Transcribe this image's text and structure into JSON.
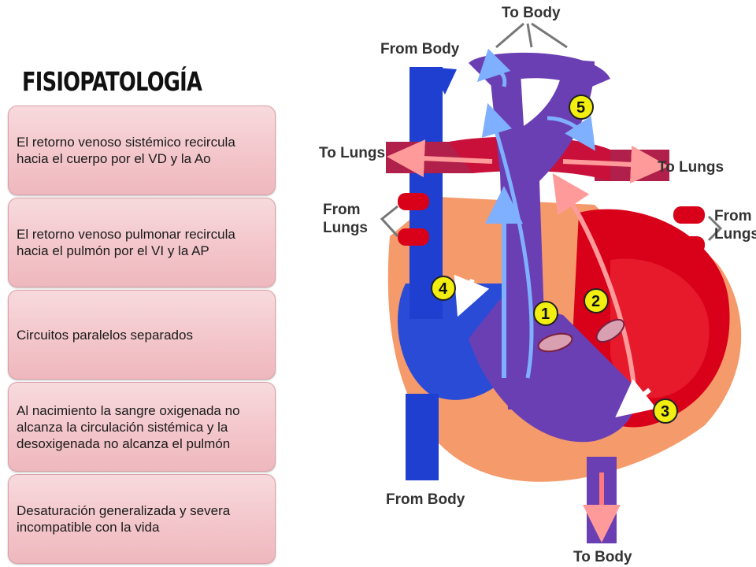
{
  "title": "FISIOPATOLOGÍA",
  "cards": [
    {
      "text": "El retorno venoso sistémico recircula hacia el cuerpo por el VD y la Ao"
    },
    {
      "text": "El retorno venoso pulmonar recircula hacia el pulmón por el VI y la AP"
    },
    {
      "text": "Circuitos paralelos separados"
    },
    {
      "text": "Al nacimiento la sangre oxigenada no alcanza la circulación sistémica y la desoxigenada no alcanza el pulmón"
    },
    {
      "text": "Desaturación generalizada y severa incompatible con la vida"
    }
  ],
  "diagram": {
    "labels": {
      "to_body_top": "To Body",
      "from_body_top": "From Body",
      "to_lungs_left": "To Lungs",
      "to_lungs_right": "To Lungs",
      "from_lungs_left_1": "From",
      "from_lungs_left_2": "Lungs",
      "from_lungs_right_1": "From",
      "from_lungs_right_2": "Lungs",
      "from_body_bottom": "From Body",
      "to_body_bottom": "To Body"
    },
    "markers": [
      "1",
      "2",
      "3",
      "4",
      "5"
    ],
    "colors": {
      "deoxygenated": "#1f3fd0",
      "oxygenated": "#d9001a",
      "aorta": "#6a3fb3",
      "heart_outer": "#f59a6a",
      "marker": "#f2ef10"
    }
  }
}
